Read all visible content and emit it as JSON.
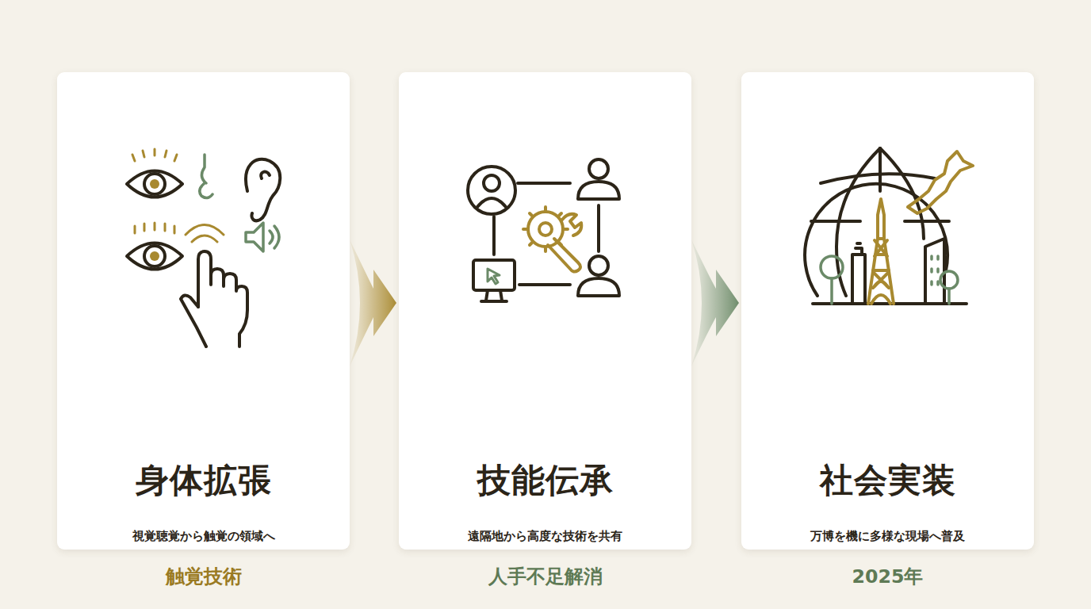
{
  "diagram": {
    "nodes": [
      {
        "text": [
          "身体拡張",
          "視覚聴覚から触覚の領域へ",
          "触覚技術"
        ]
      },
      {
        "text": [
          "技能伝承",
          "遠隔地から高度な技術を共有",
          "人手不足解消"
        ]
      },
      {
        "text": [
          "社会実装",
          "万博を機に多様な現場へ普及",
          "2025年"
        ]
      }
    ],
    "edges": [
      {
        "from": 0,
        "to": 1,
        "arrow": "to"
      },
      {
        "from": 1,
        "to": 2,
        "arrow": "to"
      }
    ]
  }
}
